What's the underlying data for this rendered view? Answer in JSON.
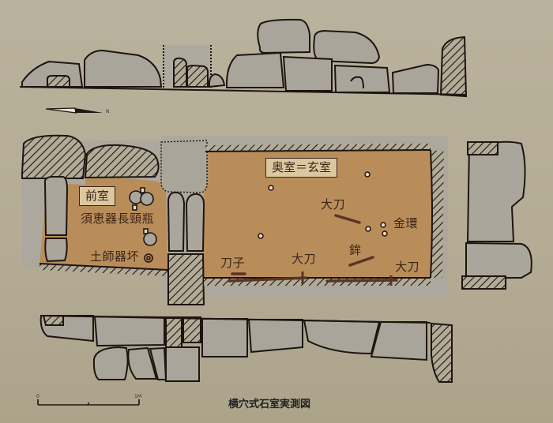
{
  "figure": {
    "caption": "横穴式石室実測図",
    "north_arrow": {
      "label": "N"
    },
    "scale_bar": {
      "start_label": "0",
      "end_label": "1M"
    }
  },
  "plan": {
    "front_chamber": {
      "label": "前室",
      "artifacts": [
        {
          "name": "須恵器長頸瓶"
        },
        {
          "name": "土師器坏"
        }
      ]
    },
    "rear_chamber": {
      "label": "奥室＝玄室",
      "artifacts": [
        {
          "name": "刀子"
        },
        {
          "name": "大刀"
        },
        {
          "name": "大刀"
        },
        {
          "name": "鉾"
        },
        {
          "name": "大刀"
        },
        {
          "name": "金環"
        }
      ]
    }
  },
  "colors": {
    "background": "#b5ad95",
    "floor": "#b98d5a",
    "stone": "#a9a497",
    "outline": "#1e1410",
    "label_text": "#3b2418"
  }
}
